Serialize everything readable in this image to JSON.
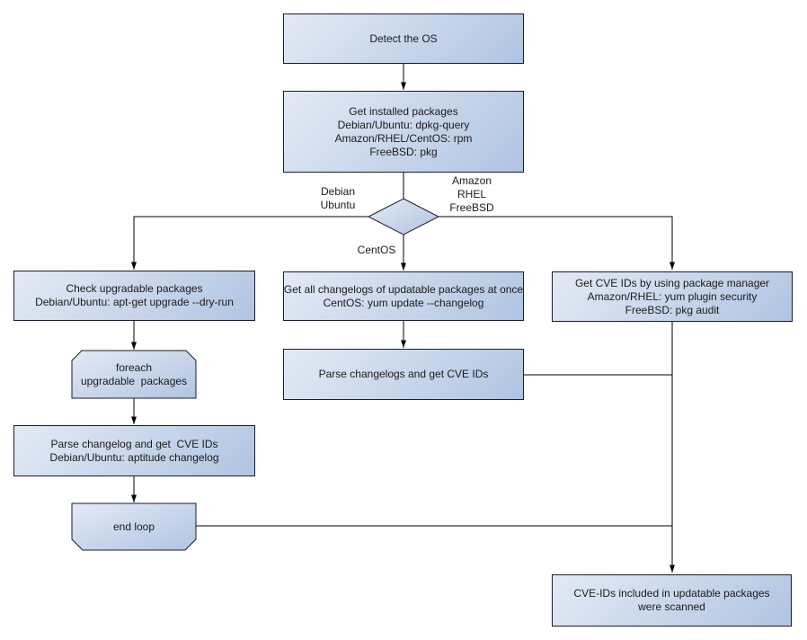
{
  "diagram": {
    "type": "flowchart",
    "nodes": {
      "detect_os": {
        "label": "Detect the OS"
      },
      "get_installed_packages": {
        "label": "Get installed packages\nDebian/Ubuntu: dpkg-query\nAmazon/RHEL/CentOS: rpm\nFreeBSD: pkg"
      },
      "check_upgradable": {
        "label": "Check upgradable packages\nDebian/Ubuntu: apt-get upgrade --dry-run"
      },
      "foreach_loop": {
        "label": "foreach\nupgradable  packages"
      },
      "parse_changelog_left": {
        "label": "Parse changelog and get  CVE IDs\nDebian/Ubuntu: aptitude changelog"
      },
      "end_loop": {
        "label": "end loop"
      },
      "get_all_changelogs": {
        "label": "Get all changelogs of updatable packages at once\nCentOS: yum update --changelog"
      },
      "parse_changelogs_mid": {
        "label": "Parse changelogs and get CVE IDs"
      },
      "get_cve_ids_right": {
        "label": "Get CVE IDs by using package manager\nAmazon/RHEL: yum plugin security\nFreeBSD: pkg audit"
      },
      "result": {
        "label": "CVE-IDs included in updatable packages\nwere scanned"
      }
    },
    "edge_labels": {
      "left_branch": "Debian\nUbuntu",
      "right_branch": "Amazon\nRHEL\nFreeBSD",
      "middle_branch": "CentOS"
    },
    "colors": {
      "node_fill_light": "#e3eaf5",
      "node_fill_dark": "#b0c4e2",
      "node_border": "#1c1c2a",
      "line": "#000000",
      "text": "#1b1b1b",
      "bg": "#ffffff"
    }
  }
}
